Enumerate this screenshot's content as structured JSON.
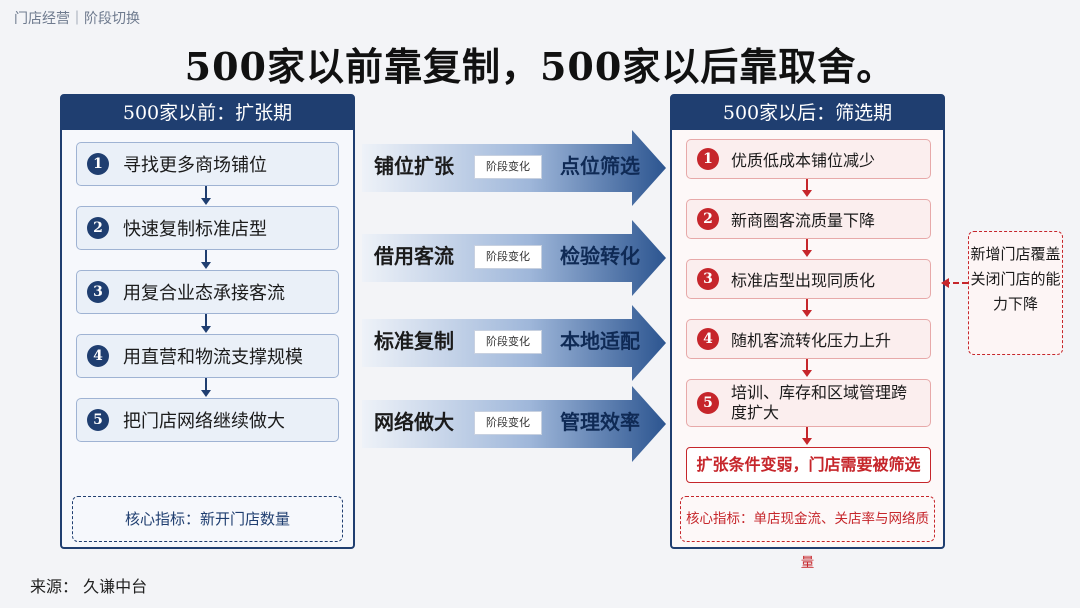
{
  "top_tag": "门店经营｜阶段切换",
  "main_title": "500家以前靠复制，500家以后靠取舍。",
  "left_panel": {
    "title": "500家以前：扩张期",
    "steps": [
      {
        "num": "1",
        "label": "寻找更多商场铺位"
      },
      {
        "num": "2",
        "label": "快速复制标准店型"
      },
      {
        "num": "3",
        "label": "用复合业态承接客流"
      },
      {
        "num": "4",
        "label": "用直营和物流支撑规模"
      },
      {
        "num": "5",
        "label": "把门店网络继续做大"
      }
    ],
    "metric": "核心指标：新开门店数量"
  },
  "flows": [
    {
      "left": "铺位扩张",
      "mid": "阶段变化",
      "right": "点位筛选"
    },
    {
      "left": "借用客流",
      "mid": "阶段变化",
      "right": "检验转化"
    },
    {
      "left": "标准复制",
      "mid": "阶段变化",
      "right": "本地适配"
    },
    {
      "left": "网络做大",
      "mid": "阶段变化",
      "right": "管理效率"
    }
  ],
  "right_panel": {
    "title": "500家以后：筛选期",
    "steps": [
      {
        "num": "1",
        "label": "优质低成本铺位减少"
      },
      {
        "num": "2",
        "label": "新商圈客流质量下降"
      },
      {
        "num": "3",
        "label": "标准店型出现同质化"
      },
      {
        "num": "4",
        "label": "随机客流转化压力上升"
      },
      {
        "num": "5",
        "label": "培训、库存和区域管理跨度扩大"
      }
    ],
    "conclusion": "扩张条件变弱，门店需要被筛选",
    "metric": "核心指标：单店现金流、关店率与网络质量"
  },
  "side_note": "新增门店覆盖关闭门店的能力下降",
  "source": "来源： 久谦中台",
  "colors": {
    "navy": "#1f3e70",
    "red": "#c6262b"
  }
}
